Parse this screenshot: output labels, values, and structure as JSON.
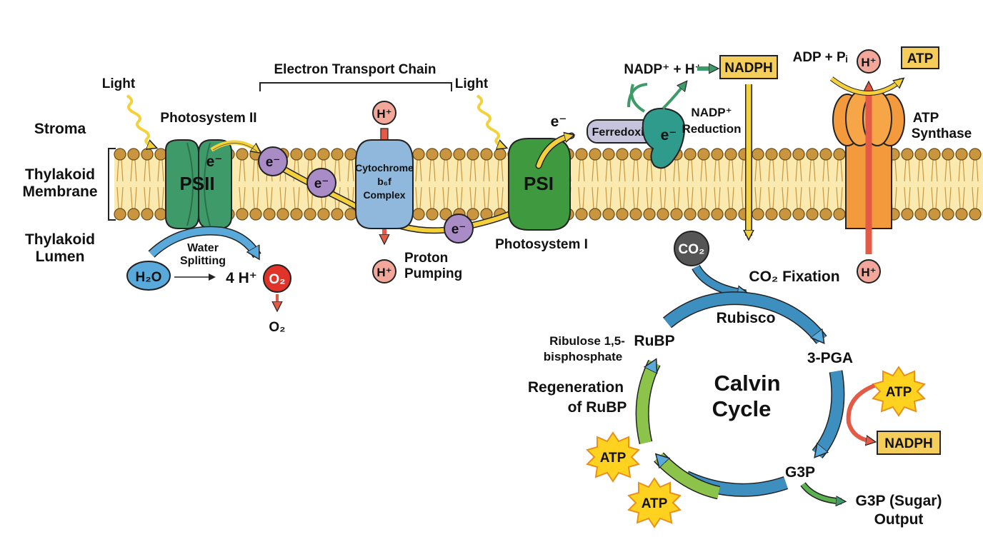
{
  "labels": {
    "stroma": "Stroma",
    "thylakoid_membrane": [
      "Thylakoid",
      "Membrane"
    ],
    "thylakoid_lumen": [
      "Thylakoid",
      "Lumen"
    ],
    "etc_title": "Electron Transport Chain",
    "light_1": "Light",
    "light_2": "Light",
    "photosystem_ii": "Photosystem II",
    "photosystem_i": "Photosystem I",
    "psii": "PSII",
    "psi": "PSI",
    "electron": "e⁻",
    "cytochrome": [
      "Cytochrome",
      "b₆f",
      "Complex"
    ],
    "proton": "H⁺",
    "proton_pumping": [
      "Proton",
      "Pumping"
    ],
    "water_splitting": [
      "Water",
      "Splitting"
    ],
    "h2o": "H₂O",
    "four_h": "4 H⁺",
    "o2": "O₂",
    "ferredoxin": "Ferredoxin",
    "nadp_eq": "NADP⁺ + H⁺",
    "nadph": "NADPH",
    "nadp_reduction": [
      "NADP⁺",
      "Reduction"
    ],
    "adp_pi": "ADP + Pᵢ",
    "atp": "ATP",
    "atp_synthase": [
      "ATP",
      "Synthase"
    ],
    "co2": "CO₂",
    "co2_fixation": "CO₂ Fixation",
    "rubisco": "Rubisco",
    "three_pga": "3-PGA",
    "calvin_cycle": [
      "Calvin",
      "Cycle"
    ],
    "rubp": "RuBP",
    "ribulose": [
      "Ribulose 1,5-",
      "bisphosphate"
    ],
    "regeneration": [
      "Regeneration",
      "of RuBP"
    ],
    "g3p": "G3P",
    "g3p_output": [
      "G3P (Sugar)",
      "Output"
    ]
  },
  "colors": {
    "membrane_fill": "#fbeab0",
    "lipid_head": "#c9963f",
    "psii": "#3f9a6a",
    "psi": "#3f9a3f",
    "cytochrome": "#8fb8dc",
    "electron": "#a98cc6",
    "proton": "#f3a79a",
    "ferredoxin": "#c6c3dd",
    "fnr": "#2e9b8c",
    "atp_synthase": "#f39a3c",
    "electron_path": "#f4d13a",
    "calvin_blue": "#3d8fbf",
    "calvin_green": "#8cc34a",
    "atp_star": "#ffd21f",
    "nadph_box": "#f5cd5a"
  }
}
